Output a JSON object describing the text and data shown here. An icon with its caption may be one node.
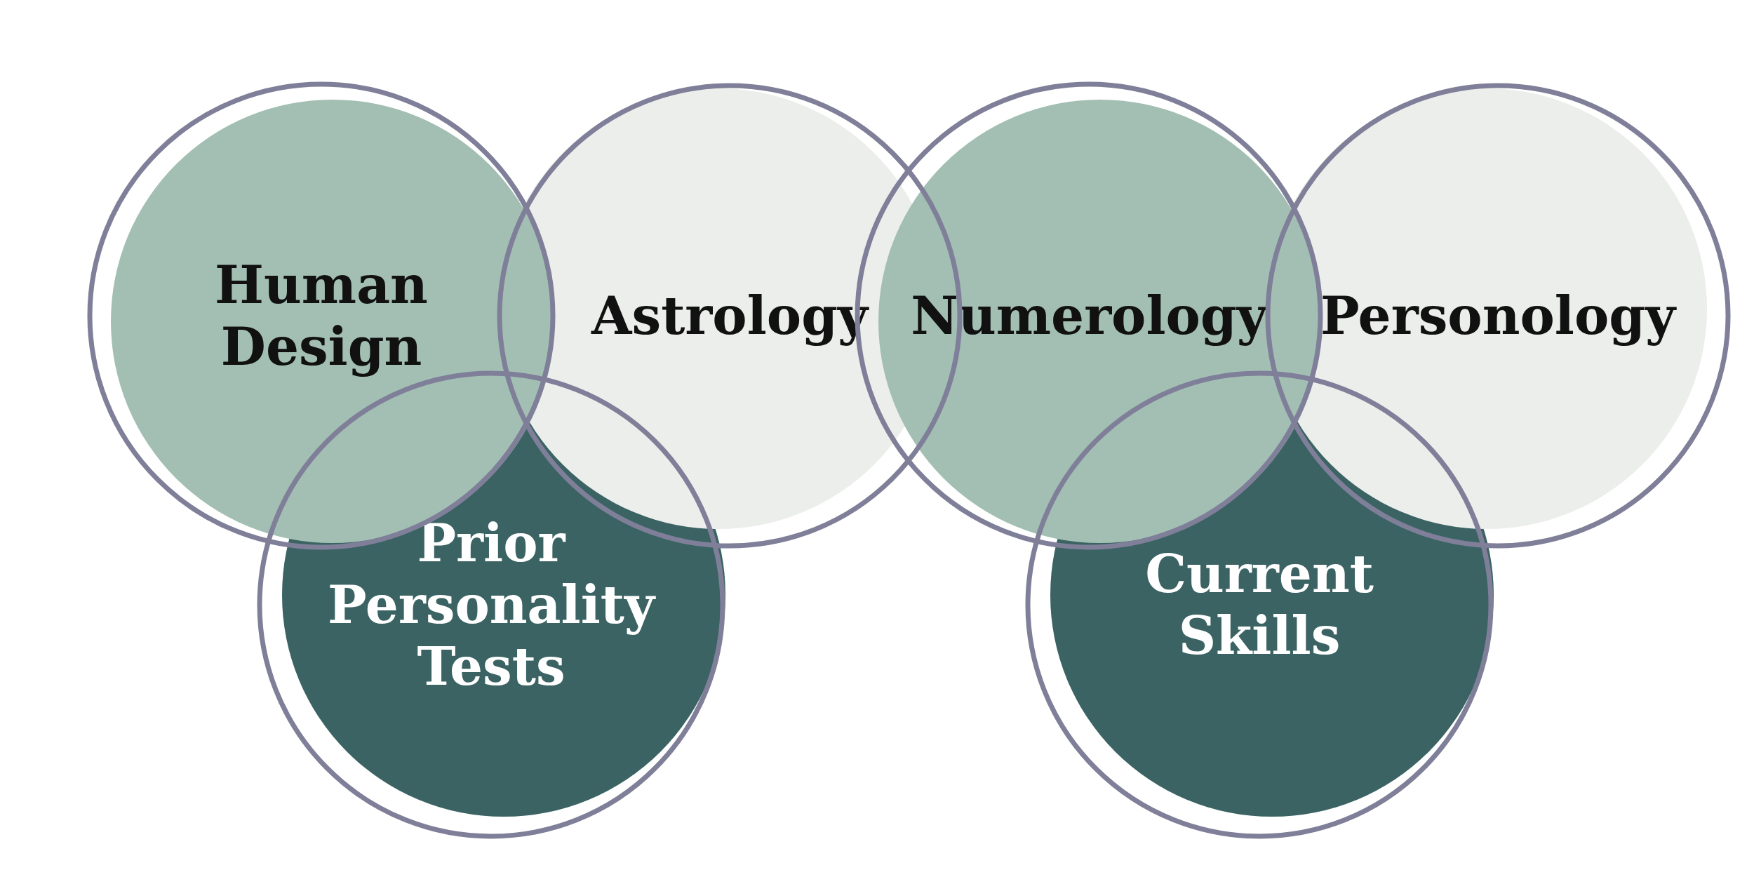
{
  "diagram": {
    "nodes": [
      {
        "text": [
          "Human Design"
        ]
      },
      {
        "text": [
          "Astrology"
        ]
      },
      {
        "text": [
          "Numerology"
        ]
      },
      {
        "text": [
          "Personology"
        ]
      },
      {
        "text": [
          "Prior Personality Tests"
        ]
      },
      {
        "text": [
          "Current Skills"
        ]
      }
    ]
  }
}
